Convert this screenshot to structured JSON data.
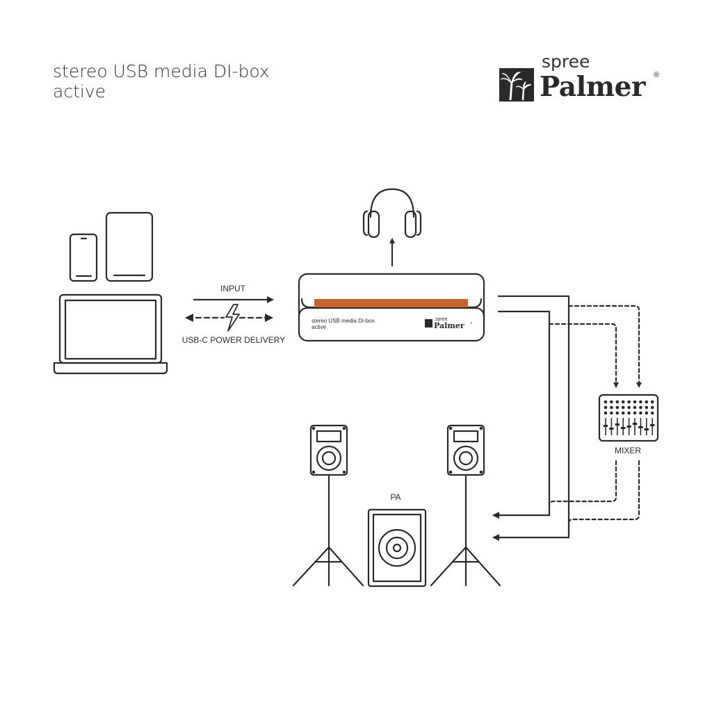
{
  "header": {
    "title_line1": "stereo USB media DI-box",
    "title_line2": "active"
  },
  "logo": {
    "sub": "spree",
    "main": "Palmer",
    "reg": "®"
  },
  "device": {
    "label_line1": "stereo USB media DI-box",
    "label_line2": "active",
    "logo_sub": "spree",
    "logo_main": "Palmer",
    "logo_reg": "®"
  },
  "labels": {
    "input": "INPUT",
    "power": "USB-C POWER DELIVERY",
    "mixer": "MIXER",
    "pa": "PA"
  },
  "colors": {
    "accent_orange": "#c8652e",
    "line": "#2a2a2a"
  },
  "icons": [
    "smartphone-icon",
    "tablet-icon",
    "laptop-icon",
    "headphones-icon",
    "lightning-icon",
    "mixer-icon",
    "speaker-icon",
    "subwoofer-icon",
    "palm-tree-icon"
  ]
}
